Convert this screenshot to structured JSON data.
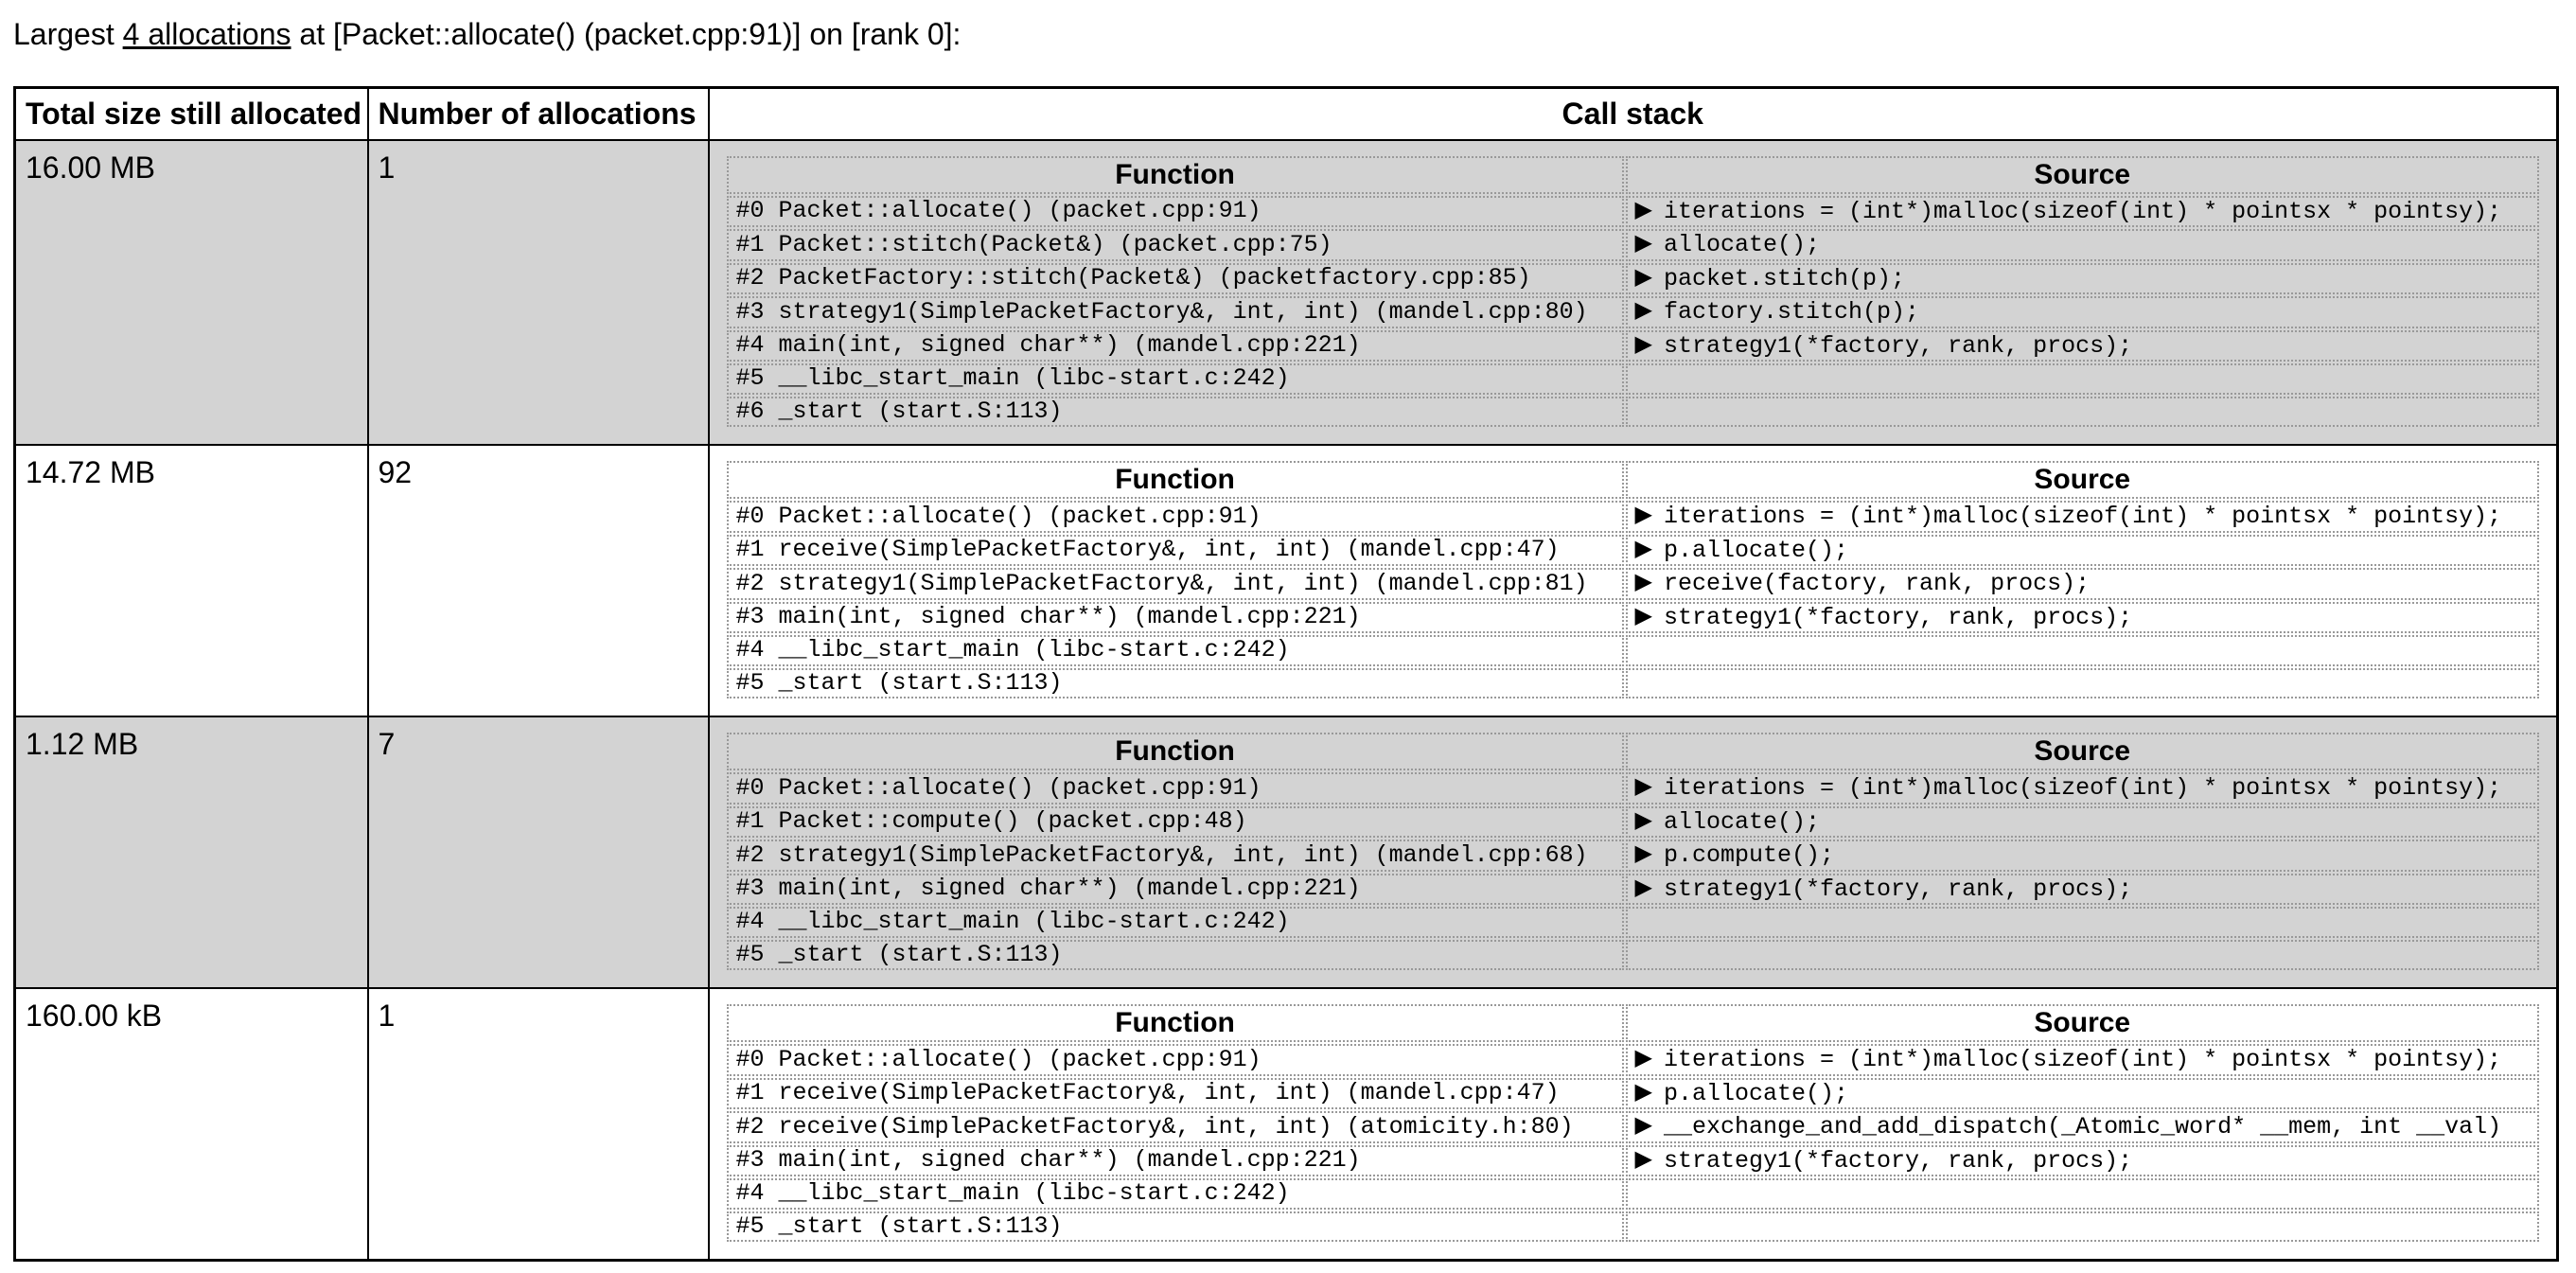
{
  "page": {
    "title_prefix": "Largest ",
    "title_link": "4 allocations",
    "title_suffix": " at [Packet::allocate() (packet.cpp:91)] on [rank 0]:"
  },
  "colors": {
    "row_shaded": "#d3d3d3",
    "row_plain": "#ffffff",
    "table_border": "#000000",
    "nested_border": "#999999"
  },
  "icons": {
    "source_marker": "▶"
  },
  "table": {
    "columns": [
      "Total size still allocated",
      "Number of allocations",
      "Call stack"
    ],
    "nested_columns": {
      "function": "Function",
      "source": "Source"
    },
    "rows": [
      {
        "total_size": "16.00 MB",
        "allocations": "1",
        "shaded": true,
        "frames": [
          {
            "function": "#0 Packet::allocate() (packet.cpp:91)",
            "source": "iterations = (int*)malloc(sizeof(int) * pointsx * pointsy);"
          },
          {
            "function": "#1 Packet::stitch(Packet&) (packet.cpp:75)",
            "source": "allocate();"
          },
          {
            "function": "#2 PacketFactory::stitch(Packet&) (packetfactory.cpp:85)",
            "source": "packet.stitch(p);"
          },
          {
            "function": "#3 strategy1(SimplePacketFactory&, int, int) (mandel.cpp:80)",
            "source": "factory.stitch(p);"
          },
          {
            "function": "#4 main(int, signed char**) (mandel.cpp:221)",
            "source": "strategy1(*factory, rank, procs);"
          },
          {
            "function": "#5 __libc_start_main (libc-start.c:242)",
            "source": ""
          },
          {
            "function": "#6 _start (start.S:113)",
            "source": ""
          }
        ]
      },
      {
        "total_size": "14.72 MB",
        "allocations": "92",
        "shaded": false,
        "frames": [
          {
            "function": "#0 Packet::allocate() (packet.cpp:91)",
            "source": "iterations = (int*)malloc(sizeof(int) * pointsx * pointsy);"
          },
          {
            "function": "#1 receive(SimplePacketFactory&, int, int) (mandel.cpp:47)",
            "source": "p.allocate();"
          },
          {
            "function": "#2 strategy1(SimplePacketFactory&, int, int) (mandel.cpp:81)",
            "source": "receive(factory, rank, procs);"
          },
          {
            "function": "#3 main(int, signed char**) (mandel.cpp:221)",
            "source": "strategy1(*factory, rank, procs);"
          },
          {
            "function": "#4 __libc_start_main (libc-start.c:242)",
            "source": ""
          },
          {
            "function": "#5 _start (start.S:113)",
            "source": ""
          }
        ]
      },
      {
        "total_size": "1.12 MB",
        "allocations": "7",
        "shaded": true,
        "frames": [
          {
            "function": "#0 Packet::allocate() (packet.cpp:91)",
            "source": "iterations = (int*)malloc(sizeof(int) * pointsx * pointsy);"
          },
          {
            "function": "#1 Packet::compute() (packet.cpp:48)",
            "source": "allocate();"
          },
          {
            "function": "#2 strategy1(SimplePacketFactory&, int, int) (mandel.cpp:68)",
            "source": "p.compute();"
          },
          {
            "function": "#3 main(int, signed char**) (mandel.cpp:221)",
            "source": "strategy1(*factory, rank, procs);"
          },
          {
            "function": "#4 __libc_start_main (libc-start.c:242)",
            "source": ""
          },
          {
            "function": "#5 _start (start.S:113)",
            "source": ""
          }
        ]
      },
      {
        "total_size": "160.00 kB",
        "allocations": "1",
        "shaded": false,
        "frames": [
          {
            "function": "#0 Packet::allocate() (packet.cpp:91)",
            "source": "iterations = (int*)malloc(sizeof(int) * pointsx * pointsy);"
          },
          {
            "function": "#1 receive(SimplePacketFactory&, int, int) (mandel.cpp:47)",
            "source": "p.allocate();"
          },
          {
            "function": "#2 receive(SimplePacketFactory&, int, int) (atomicity.h:80)",
            "source": "__exchange_and_add_dispatch(_Atomic_word* __mem, int __val)"
          },
          {
            "function": "#3 main(int, signed char**) (mandel.cpp:221)",
            "source": "strategy1(*factory, rank, procs);"
          },
          {
            "function": "#4 __libc_start_main (libc-start.c:242)",
            "source": ""
          },
          {
            "function": "#5 _start (start.S:113)",
            "source": ""
          }
        ]
      }
    ]
  }
}
